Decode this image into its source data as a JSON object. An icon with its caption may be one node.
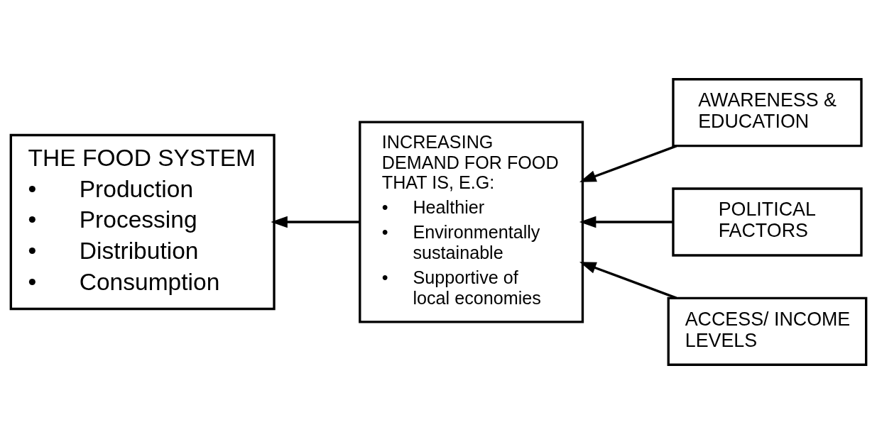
{
  "diagram": {
    "nodes": [
      {
        "text": [
          "THE FOOD SYSTEM",
          "• Production",
          "• Processing",
          "• Distribution",
          "• Consumption"
        ]
      },
      {
        "text": [
          "INCREASING DEMAND FOR FOOD THAT IS, E.G:",
          "• Healthier",
          "• Environmentally sustainable",
          "• Supportive of local economies"
        ]
      },
      {
        "text": [
          "AWARENESS & EDUCATION"
        ]
      },
      {
        "text": [
          "POLITICAL FACTORS"
        ]
      },
      {
        "text": [
          "ACCESS/ INCOME LEVELS"
        ]
      }
    ],
    "edges": [
      {
        "from": 1,
        "to": 0,
        "arrow": "to"
      },
      {
        "from": 2,
        "to": 1,
        "arrow": "to"
      },
      {
        "from": 3,
        "to": 1,
        "arrow": "to"
      },
      {
        "from": 4,
        "to": 1,
        "arrow": "to"
      }
    ]
  }
}
